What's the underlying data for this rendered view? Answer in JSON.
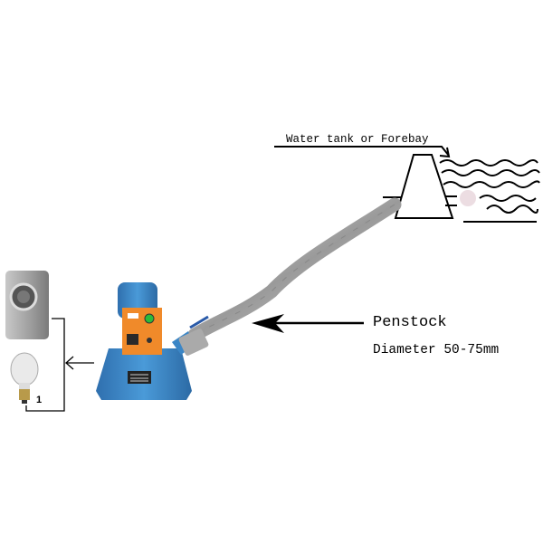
{
  "labels": {
    "forebay": "Water tank or Forebay",
    "penstock": "Penstock",
    "diameter": "Diameter 50-75mm",
    "load_number": "1"
  },
  "colors": {
    "turbine_blue": "#3b86c6",
    "control_box_orange": "#f08a2a",
    "pipe_gray": "#b8b8b8",
    "line": "#000000"
  },
  "icons": [
    "washing-machine-icon",
    "light-bulb-icon",
    "turbine-generator-icon"
  ]
}
